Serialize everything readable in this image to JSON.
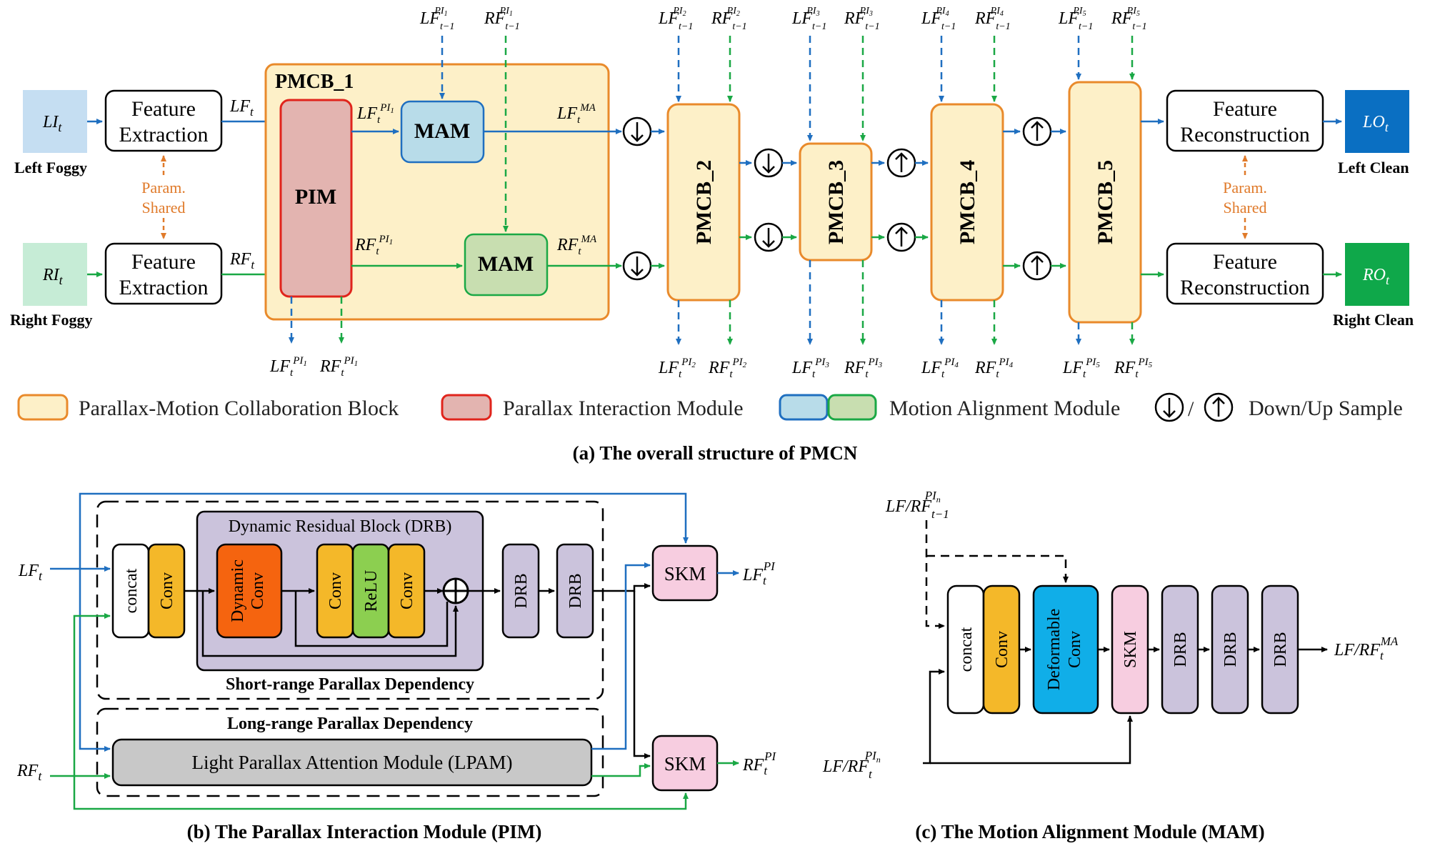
{
  "panel_a": {
    "caption": "(a) The overall structure of PMCN",
    "inputs": {
      "left_tag": "LI",
      "left_sub": "t",
      "left_label": "Left Foggy",
      "right_tag": "RI",
      "right_sub": "t",
      "right_label": "Right Foggy"
    },
    "feature_extraction": "Feature Extraction",
    "feature_extraction_l1": "Feature",
    "feature_extraction_l2": "Extraction",
    "param_shared_l1": "Param.",
    "param_shared_l2": "Shared",
    "pmcb1_title": "PMCB_1",
    "pim": "PIM",
    "mam": "MAM",
    "pmcb_blocks": [
      "PMCB_2",
      "PMCB_3",
      "PMCB_4",
      "PMCB_5"
    ],
    "feature_reconstruction_l1": "Feature",
    "feature_reconstruction_l2": "Reconstruction",
    "outputs": {
      "left_tag": "LO",
      "left_sub": "t",
      "left_label": "Left Clean",
      "right_tag": "RO",
      "right_sub": "t",
      "right_label": "Right Clean"
    },
    "symbols": {
      "LF": "LF",
      "RF": "RF",
      "t": "t",
      "t_minus_1": "t−1",
      "PI": "PI",
      "MA": "MA",
      "pi_indices": [
        "1",
        "2",
        "3",
        "4",
        "5"
      ]
    }
  },
  "legend": {
    "pmcb": "Parallax-Motion Collaboration Block",
    "pim": "Parallax Interaction Module",
    "mam": "Motion Alignment Module",
    "sample": "Down/Up Sample",
    "slash": "/"
  },
  "panel_b": {
    "caption": "(b) The Parallax Interaction Module (PIM)",
    "drb_title": "Dynamic Residual Block (DRB)",
    "concat": "concat",
    "conv": "Conv",
    "dynamic_conv_l1": "Dynamic",
    "dynamic_conv_l2": "Conv",
    "relu": "ReLU",
    "drb": "DRB",
    "skm": "SKM",
    "short_range": "Short-range Parallax Dependency",
    "long_range": "Long-range Parallax Dependency",
    "lpam": "Light Parallax Attention Module (LPAM)",
    "lf_in": "LF",
    "rf_in": "RF"
  },
  "panel_c": {
    "caption": "(c) The Motion Alignment Module (MAM)",
    "top_input": "LF/RF",
    "top_sup": "PI",
    "top_sup_sub": "n",
    "top_sub": "t−1",
    "bottom_input": "LF/RF",
    "bottom_sub": "t",
    "concat": "concat",
    "conv": "Conv",
    "deform_l1": "Deformable",
    "deform_l2": "Conv",
    "skm": "SKM",
    "drb": "DRB",
    "output": "LF/RF",
    "output_sup": "MA"
  },
  "colors": {
    "blue_line": "#1f6fc0",
    "green_line": "#1aa845",
    "orange_border": "#e98a2b",
    "pmcb_fill": "#fdf0c8",
    "pim_fill": "#e3b4b0",
    "pim_border": "#e0241c",
    "mam_blue_fill": "#b8dce9",
    "mam_green_fill": "#c8deb0",
    "left_in_fill": "#c5def2",
    "right_in_fill": "#c6ecd6",
    "left_out_fill": "#0a6fc2",
    "right_out_fill": "#0fa84a",
    "param_orange": "#e07a2a",
    "drb_purple": "#cbc3dc",
    "skm_pink": "#f7cde0",
    "conv_yellow": "#f4b829",
    "dynamic_orange": "#f5640f",
    "relu_green": "#8ccf50",
    "deform_blue": "#10aee8",
    "lpam_gray": "#c8c8c8",
    "caption_red": "#8a2a20"
  }
}
